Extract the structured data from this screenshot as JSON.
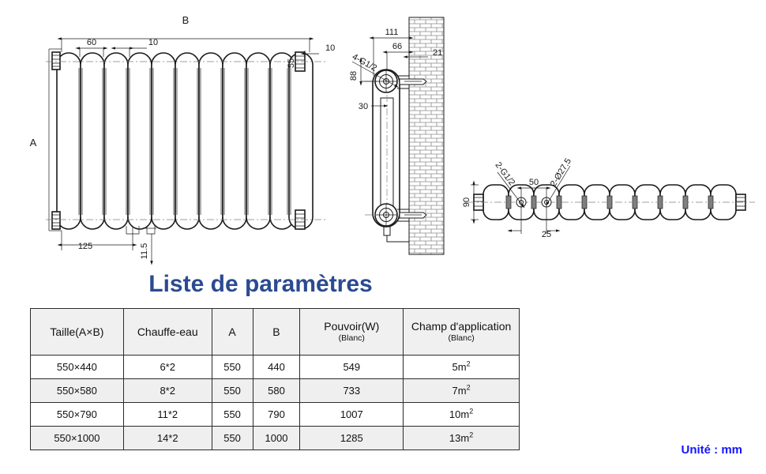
{
  "document": {
    "title": "Liste de paramètres",
    "unit_note": "Unité : mm"
  },
  "drawing": {
    "front_view": {
      "label_width": "B",
      "label_height": "A",
      "dim_column_pitch": "60",
      "dim_gap": "10",
      "dim_end_cap": "10",
      "dim_header_height": "55",
      "dim_bracket_offset": "125",
      "dim_bracket_thickness": "11.5",
      "column_count": 11
    },
    "side_view": {
      "dim_total_depth": "111",
      "dim_wall_offset": "66",
      "dim_anchor": "21",
      "dim_thread_callout": "4-G1/2",
      "dim_top_center": "88",
      "dim_body_offset": "30"
    },
    "top_view": {
      "dim_depth": "90",
      "dim_thread_callout": "2-G1/2",
      "dim_hole_callout": "2-Ø27.5",
      "dim_hole_pitch": "50",
      "dim_hole_offset": "25",
      "section_count": 11
    }
  },
  "table": {
    "headers": [
      {
        "main": "Taille(A×B)",
        "sub": ""
      },
      {
        "main": "Chauffe-eau",
        "sub": ""
      },
      {
        "main": "A",
        "sub": ""
      },
      {
        "main": "B",
        "sub": ""
      },
      {
        "main": "Pouvoir(W)",
        "sub": "(Blanc)"
      },
      {
        "main": "Champ d'application",
        "sub": "(Blanc)"
      }
    ],
    "rows": [
      {
        "size": "550×440",
        "heater": "6*2",
        "a": "550",
        "b": "440",
        "power": "549",
        "field_value": "5",
        "field_unit": "m",
        "field_exp": "2"
      },
      {
        "size": "550×580",
        "heater": "8*2",
        "a": "550",
        "b": "580",
        "power": "733",
        "field_value": "7",
        "field_unit": "m",
        "field_exp": "2"
      },
      {
        "size": "550×790",
        "heater": "11*2",
        "a": "550",
        "b": "790",
        "power": "1007",
        "field_value": "10",
        "field_unit": "m",
        "field_exp": "2"
      },
      {
        "size": "550×1000",
        "heater": "14*2",
        "a": "550",
        "b": "1000",
        "power": "1285",
        "field_value": "13",
        "field_unit": "m",
        "field_exp": "2"
      }
    ]
  },
  "colors": {
    "title_blue": "#2b4a91",
    "unit_blue": "#1414ff",
    "line": "#1a1a1a",
    "center_line": "#808080",
    "header_fill": "#f0f0f0",
    "alt_row_fill": "#efefef"
  }
}
